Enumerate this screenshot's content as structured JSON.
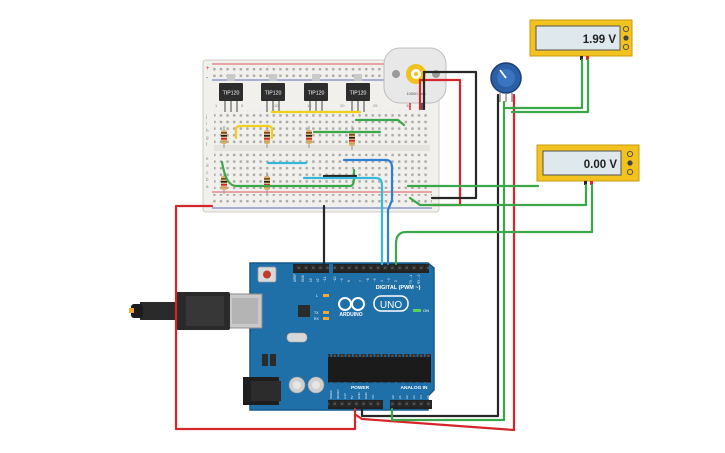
{
  "colors": {
    "arduino_blue": "#1f6fa8",
    "arduino_dark": "#155a8a",
    "meter_yellow": "#f2c21f",
    "meter_screen": "#dfe8ec",
    "wire_red": "#d7262b",
    "wire_black": "#262626",
    "wire_green": "#3aa84a",
    "wire_blue": "#2f7fd0",
    "wire_cyan": "#37b8d8",
    "wire_yellow": "#f1cf1e",
    "breadboard": "#f1f0ec",
    "potentiometer": "#2b5fa6"
  },
  "transistors": [
    "TIP120",
    "TIP120",
    "TIP120",
    "TIP120"
  ],
  "motor": {
    "label": "10000 rpm"
  },
  "multimeters": [
    {
      "reading": "1.99 V"
    },
    {
      "reading": "0.00 V"
    }
  ],
  "arduino": {
    "logo": "ARDUINO",
    "model": "UNO",
    "digital_label": "DIGITAL (PWM ~)",
    "power_label": "POWER",
    "analog_label": "ANALOG IN",
    "on_label": "ON",
    "led_labels": [
      "L",
      "TX",
      "RX"
    ],
    "top_header_labels": [
      "AREF",
      "GND",
      "13",
      "12",
      "~11",
      "~10",
      "~9",
      "8",
      "7",
      "~6",
      "~5",
      "4",
      "~3",
      "2",
      "TX→1",
      "RX←0"
    ],
    "power_header_labels": [
      "IOREF",
      "RESET",
      "3.3V",
      "5V",
      "GND",
      "GND",
      "Vin"
    ],
    "analog_header_labels": [
      "A0",
      "A1",
      "A2",
      "A3",
      "A4",
      "A5"
    ]
  },
  "breadboard": {
    "rail_plus": "+",
    "rail_minus": "-",
    "col_numbers": [
      "1",
      "5",
      "10",
      "15",
      "20",
      "25",
      "30"
    ],
    "row_letters_top": [
      "j",
      "i",
      "h",
      "g",
      "f"
    ],
    "row_letters_bottom": [
      "e",
      "d",
      "c",
      "b",
      "a"
    ]
  }
}
